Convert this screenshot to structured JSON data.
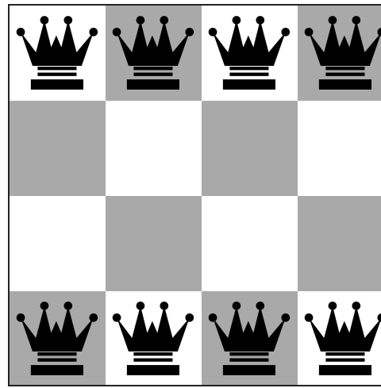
{
  "board": {
    "colors": {
      "light": "#ffffff",
      "dark": "#a9a9a9",
      "piece": "#000000"
    },
    "rows": [
      [
        {
          "shade": "light",
          "piece": "queen"
        },
        {
          "shade": "dark",
          "piece": "queen"
        },
        {
          "shade": "light",
          "piece": "queen"
        },
        {
          "shade": "dark",
          "piece": "queen"
        }
      ],
      [
        {
          "shade": "dark",
          "piece": null
        },
        {
          "shade": "light",
          "piece": null
        },
        {
          "shade": "dark",
          "piece": null
        },
        {
          "shade": "light",
          "piece": null
        }
      ],
      [
        {
          "shade": "light",
          "piece": null
        },
        {
          "shade": "dark",
          "piece": null
        },
        {
          "shade": "light",
          "piece": null
        },
        {
          "shade": "dark",
          "piece": null
        }
      ],
      [
        {
          "shade": "dark",
          "piece": "queen"
        },
        {
          "shade": "light",
          "piece": "queen"
        },
        {
          "shade": "dark",
          "piece": "queen"
        },
        {
          "shade": "light",
          "piece": "queen"
        }
      ]
    ]
  }
}
